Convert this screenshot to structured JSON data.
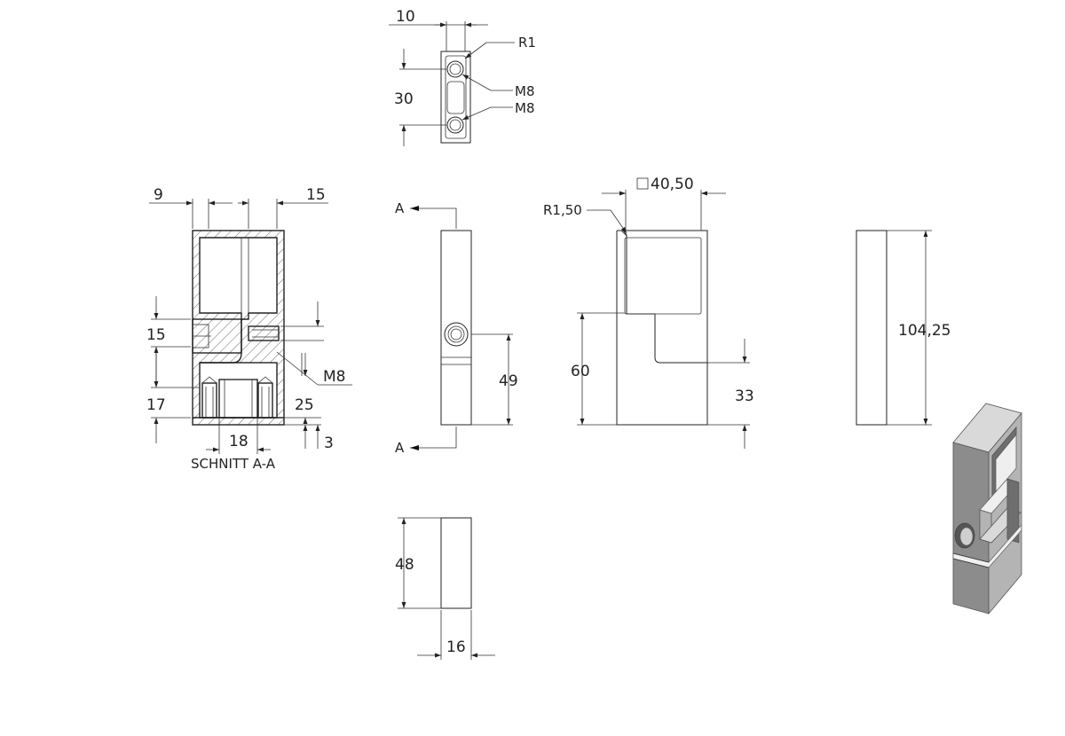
{
  "colors": {
    "line": "#222222",
    "background": "#ffffff",
    "iso_face_dark": "#8c8c8c",
    "iso_face_light": "#d9d9d9"
  },
  "top_view": {
    "dim_width": "10",
    "dim_spacing": "30",
    "radius": "R1",
    "thread_1": "M8",
    "thread_2": "M8"
  },
  "section_view": {
    "dim_left": "9",
    "dim_right": "15",
    "dim_15": "15",
    "dim_17": "17",
    "dim_m8": "M8",
    "dim_25": "25",
    "dim_18": "18",
    "dim_3": "3",
    "caption": "SCHNITT A-A"
  },
  "front_view": {
    "section_label_top": "A",
    "section_label_bottom": "A",
    "dim_49": "49"
  },
  "side_view": {
    "radius": "R1,50",
    "square": "40,50",
    "dim_60": "60",
    "dim_33": "33"
  },
  "right_view": {
    "dim_height": "104,25"
  },
  "bottom_view": {
    "dim_48": "48",
    "dim_16": "16"
  }
}
